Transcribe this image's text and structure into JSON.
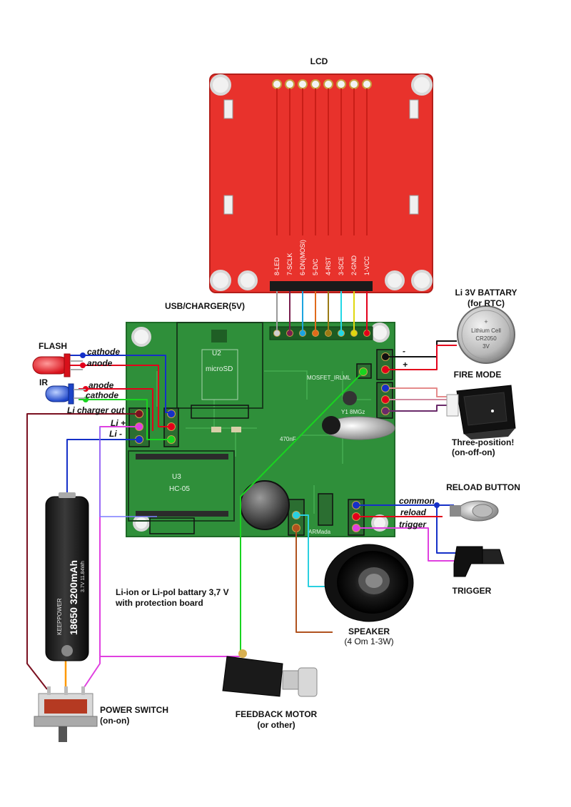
{
  "labels": {
    "lcd": "LCD",
    "usb_charger": "USB/CHARGER(5V)",
    "li_battery_title": "Li 3V BATTARY",
    "li_battery_sub": "(for RTC)",
    "fire_mode": "FIRE MODE",
    "three_position": "Three-position!",
    "three_position_sub": "(on-off-on)",
    "flash": "FLASH",
    "ir": "IR",
    "reload_button": "RELOAD BUTTON",
    "trigger": "TRIGGER",
    "speaker": "SPEAKER",
    "speaker_sub": "(4 Om 1-3W)",
    "battery_desc_1": "Li-ion or Li-pol battary 3,7 V",
    "battery_desc_2": "with protection board",
    "power_switch": "POWER SWITCH",
    "power_switch_sub": "(on-on)",
    "feedback_motor": "FEEDBACK MOTOR",
    "feedback_motor_sub": "(or other)"
  },
  "wire_labels": {
    "flash_cathode": "cathode",
    "flash_anode": "anode",
    "ir_anode": "anode",
    "ir_cathode": "cathode",
    "li_charger_out": "Li charger out",
    "li_plus": "Li +",
    "li_minus": "Li -",
    "common": "common",
    "reload": "reload",
    "trigger": "trigger",
    "rtc_minus": "-",
    "rtc_plus": "+"
  },
  "lcd_pins": [
    "8-LED",
    "7-SCLK",
    "6-DN(MOSI)",
    "5-D/C",
    "4-RST",
    "3-SCE",
    "2-GND",
    "1-VCC"
  ],
  "pcb_text": {
    "u2": "U2",
    "microsd": "microSD",
    "u3": "U3",
    "hc05": "HC-05",
    "mosfet": "MOSFET_IRLML",
    "crystal": "Y1 8MGz",
    "cap": "470nF",
    "marker": "ARMada"
  },
  "battery_text": {
    "model": "18650 3200mAh",
    "brand": "KEEPPOWER",
    "spec": "3.7V 11.84Wh"
  },
  "coin_cell_text": {
    "line1": "Lithium Cell",
    "line2": "CR2050",
    "line3": "3V"
  },
  "colors": {
    "pcb": "#2f8f3a",
    "lcd_board": "#e8322c",
    "wire_red": "#e3001b",
    "wire_blue": "#1530c8",
    "wire_green": "#19d420",
    "wire_magenta": "#e040e0",
    "wire_dark_red": "#7a1020",
    "wire_orange": "#ff9900",
    "wire_cyan": "#2ad0e0",
    "wire_brown": "#b0521e"
  }
}
